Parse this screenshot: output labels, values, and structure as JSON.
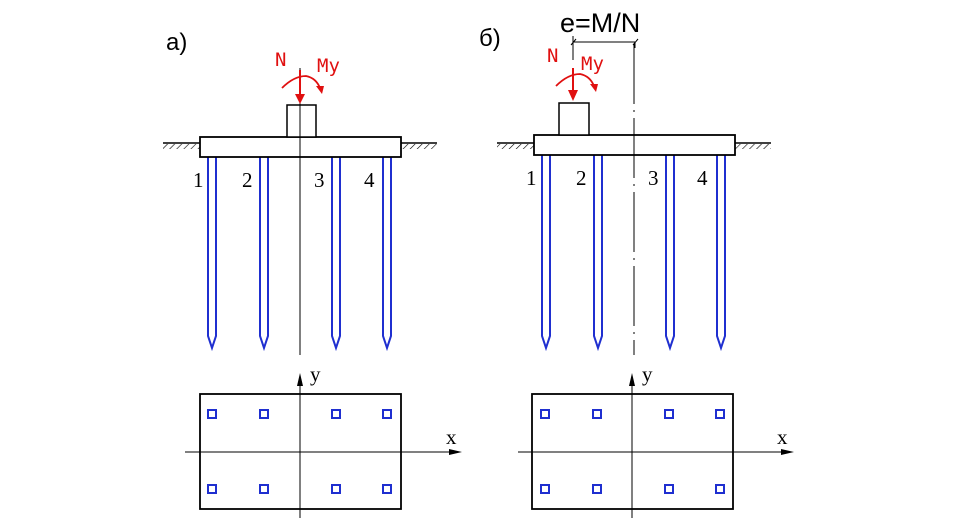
{
  "colors": {
    "pile": "#1f2fd0",
    "load": "#e01010",
    "line": "#000000"
  },
  "panel_a": {
    "label": "а)",
    "force_label": "N",
    "moment_label": "My",
    "pile_labels": [
      "1",
      "2",
      "3",
      "4"
    ],
    "axis_x_label": "x",
    "axis_y_label": "y"
  },
  "panel_b": {
    "label": "б)",
    "eccentricity_label": "e=M/N",
    "force_label": "N",
    "moment_label": "My",
    "pile_labels": [
      "1",
      "2",
      "3",
      "4"
    ],
    "axis_x_label": "x",
    "axis_y_label": "y"
  }
}
